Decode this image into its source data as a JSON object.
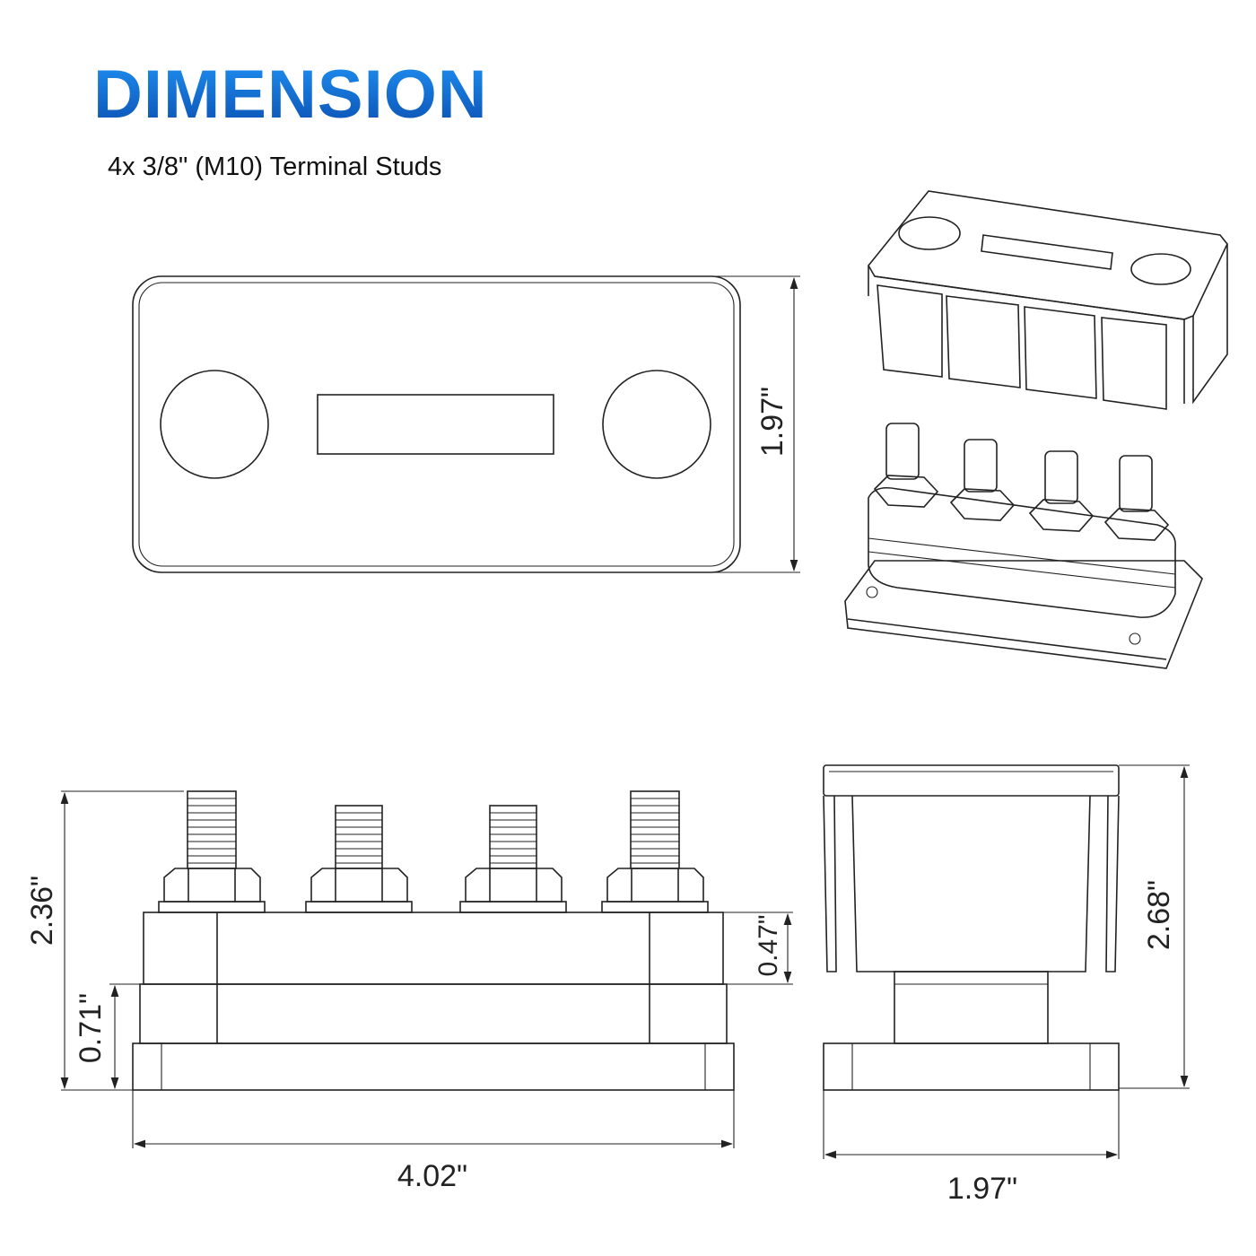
{
  "title": "DIMENSION",
  "subtitle": "4x 3/8\" (M10) Terminal Studs",
  "colors": {
    "title_top": "#1f93f5",
    "title_bottom": "#0a4cae",
    "line": "#222222"
  },
  "dimensions": {
    "top_view_width": "1.97\"",
    "front_height_total": "2.36\"",
    "front_base_height": "0.71\"",
    "front_block_height": "0.47\"",
    "front_length": "4.02\"",
    "side_height": "2.68\"",
    "side_width": "1.97\""
  }
}
